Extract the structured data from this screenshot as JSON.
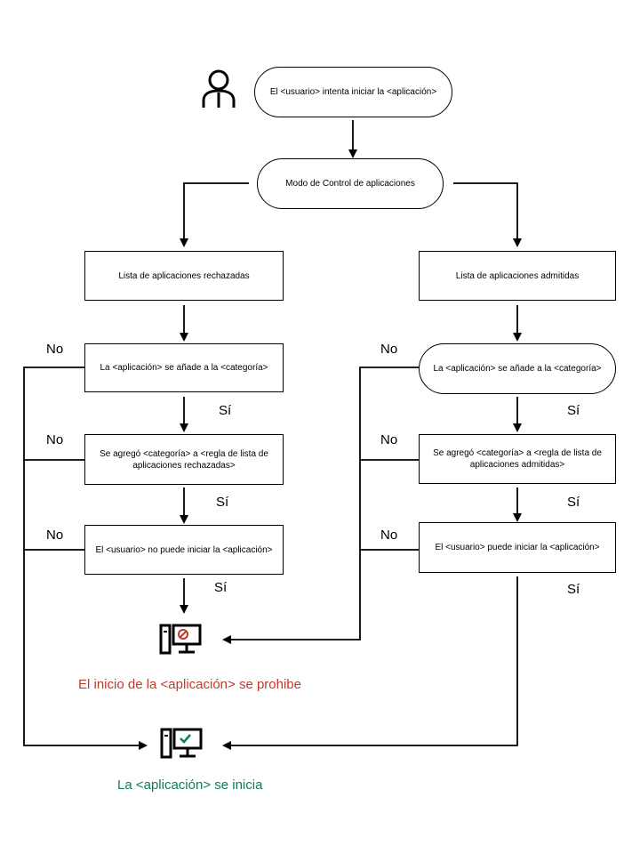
{
  "start": {
    "text": "El <usuario> intenta iniciar la <aplicación>"
  },
  "mode": {
    "text": "Modo de Control de aplicaciones"
  },
  "left": {
    "list": "Lista de aplicaciones rechazadas",
    "check_category": "La <aplicación> se añade a la <categoría>",
    "check_rule": "Se agregó <categoría> a <regla de lista de aplicaciones rechazadas>",
    "result": "El <usuario> no puede iniciar la <aplicación>"
  },
  "right": {
    "list": "Lista de aplicaciones admitidas",
    "check_category": "La <aplicación> se añade a la <categoría>",
    "check_rule": "Se agregó <categoría> a <regla de lista de aplicaciones admitidas>",
    "result": "El <usuario> puede iniciar la <aplicación>"
  },
  "labels": {
    "no": "No",
    "yes": "Sí"
  },
  "outcomes": {
    "blocked": "El inicio de la <aplicación> se prohibe",
    "allowed": "La <aplicación> se inicia",
    "blocked_color": "#c0392b",
    "allowed_color": "#0f7a5e",
    "blocked_icon": "computer-blocked-icon",
    "allowed_icon": "computer-allowed-icon"
  }
}
